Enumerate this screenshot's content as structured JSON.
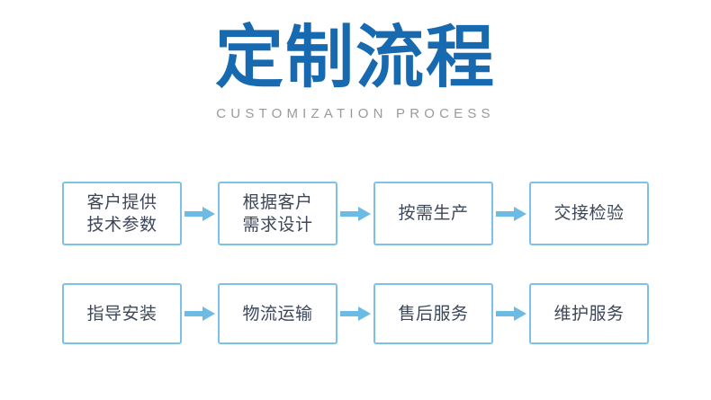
{
  "header": {
    "title": "定制流程",
    "subtitle": "CUSTOMIZATION PROCESS"
  },
  "colors": {
    "title_blue": "#1769b0",
    "subtitle_grey": "#9a9a9a",
    "box_border": "#7cc2e8",
    "box_fill": "#ffffff",
    "box_text": "#3c4758",
    "arrow_blue": "#6cbbe4",
    "page_background": "#ffffff"
  },
  "flow": {
    "rows": [
      {
        "steps": [
          {
            "lines": [
              "客户提供",
              "技术参数"
            ]
          },
          {
            "lines": [
              "根据客户",
              "需求设计"
            ]
          },
          {
            "lines": [
              "按需生产"
            ]
          },
          {
            "lines": [
              "交接检验"
            ]
          }
        ],
        "arrows": [
          "arrow-right-icon",
          "arrow-right-icon",
          "arrow-right-icon"
        ]
      },
      {
        "steps": [
          {
            "lines": [
              "指导安装"
            ]
          },
          {
            "lines": [
              "物流运输"
            ]
          },
          {
            "lines": [
              "售后服务"
            ]
          },
          {
            "lines": [
              "维护服务"
            ]
          }
        ],
        "arrows": [
          "arrow-right-icon",
          "arrow-right-icon",
          "arrow-right-icon"
        ]
      }
    ]
  }
}
